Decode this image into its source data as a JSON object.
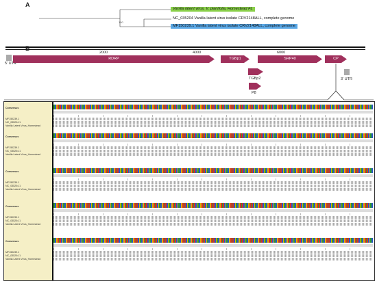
{
  "panelA": {
    "label": "A",
    "bootstrap": "100",
    "taxa": [
      "Vanilla latent virus, V. planifolia, Homestead FL",
      "NC_035204 Vanilla latent virus isolate CRV2148ALL, complete genome",
      "MF150239.1 Vanilla latent virus isolate CRV2148ALL, complete genome"
    ],
    "colors": {
      "highlight_green": "#8ad04a",
      "highlight_blue": "#5aa8e6"
    }
  },
  "panelB": {
    "label": "B",
    "ticks": [
      "2000",
      "4000",
      "6000"
    ],
    "genes": [
      "RDRP",
      "TGBp1",
      "SRP40",
      "CP"
    ],
    "small_genes": [
      "TGBp2",
      "P8"
    ],
    "utr5": "5' UTR",
    "utr3": "3' UTR",
    "gene_color": "#a0305c"
  },
  "alignment": {
    "consensus_label": "Consensus",
    "rows": [
      "MF150239.1",
      "NC_035204.1",
      "Vanilla Latent Virus_Homestead"
    ],
    "block_count": 5
  }
}
